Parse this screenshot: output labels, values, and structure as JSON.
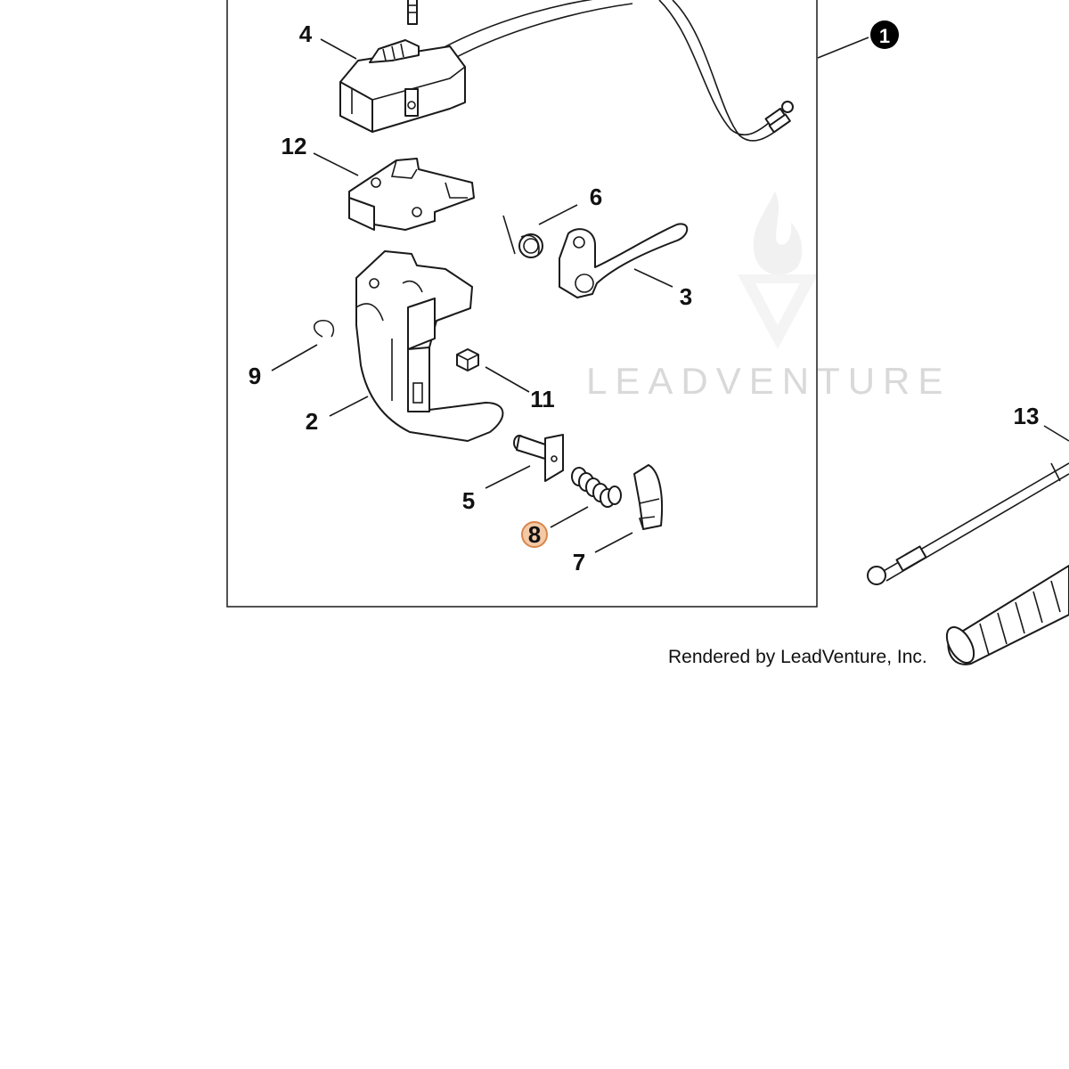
{
  "callouts": [
    {
      "id": "1",
      "style": "filled-circle"
    },
    {
      "id": "2"
    },
    {
      "id": "3"
    },
    {
      "id": "4"
    },
    {
      "id": "5"
    },
    {
      "id": "6"
    },
    {
      "id": "7"
    },
    {
      "id": "8",
      "style": "highlighted"
    },
    {
      "id": "9"
    },
    {
      "id": "11"
    },
    {
      "id": "12"
    },
    {
      "id": "13"
    }
  ],
  "watermark": {
    "text": "LEADVENTURE"
  },
  "credit": "Rendered by LeadVenture, Inc.",
  "colors": {
    "highlight_fill": "#f4c9a6",
    "highlight_stroke": "#d9864a",
    "watermark": "#d9d9d9",
    "line": "#1a1a1a"
  }
}
